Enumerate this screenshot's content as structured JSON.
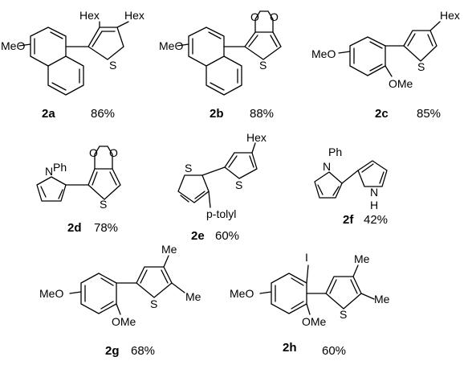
{
  "compounds": [
    {
      "id": "2a",
      "yield": "86%",
      "labels": {
        "hex1": "Hex",
        "hex2": "Hex",
        "meo": "MeO",
        "s": "S"
      }
    },
    {
      "id": "2b",
      "yield": "88%",
      "labels": {
        "meo": "MeO",
        "o1": "O",
        "o2": "O",
        "s": "S"
      }
    },
    {
      "id": "2c",
      "yield": "85%",
      "labels": {
        "hex": "Hex",
        "meo": "MeO",
        "ome": "OMe",
        "s": "S"
      }
    },
    {
      "id": "2d",
      "yield": "78%",
      "labels": {
        "ph": "Ph",
        "n": "N",
        "o1": "O",
        "o2": "O",
        "s": "S"
      }
    },
    {
      "id": "2e",
      "yield": "60%",
      "labels": {
        "hex": "Hex",
        "s1": "S",
        "s2": "S",
        "ptolyl": "p-tolyl"
      }
    },
    {
      "id": "2f",
      "yield": "42%",
      "labels": {
        "ph": "Ph",
        "n1": "N",
        "nh": "H",
        "n2": "N"
      }
    },
    {
      "id": "2g",
      "yield": "68%",
      "labels": {
        "me1": "Me",
        "me2": "Me",
        "meo": "MeO",
        "ome": "OMe",
        "s": "S"
      }
    },
    {
      "id": "2h",
      "yield": "60%",
      "labels": {
        "i": "I",
        "me1": "Me",
        "me2": "Me",
        "meo": "MeO",
        "ome": "OMe",
        "s": "S"
      }
    }
  ]
}
